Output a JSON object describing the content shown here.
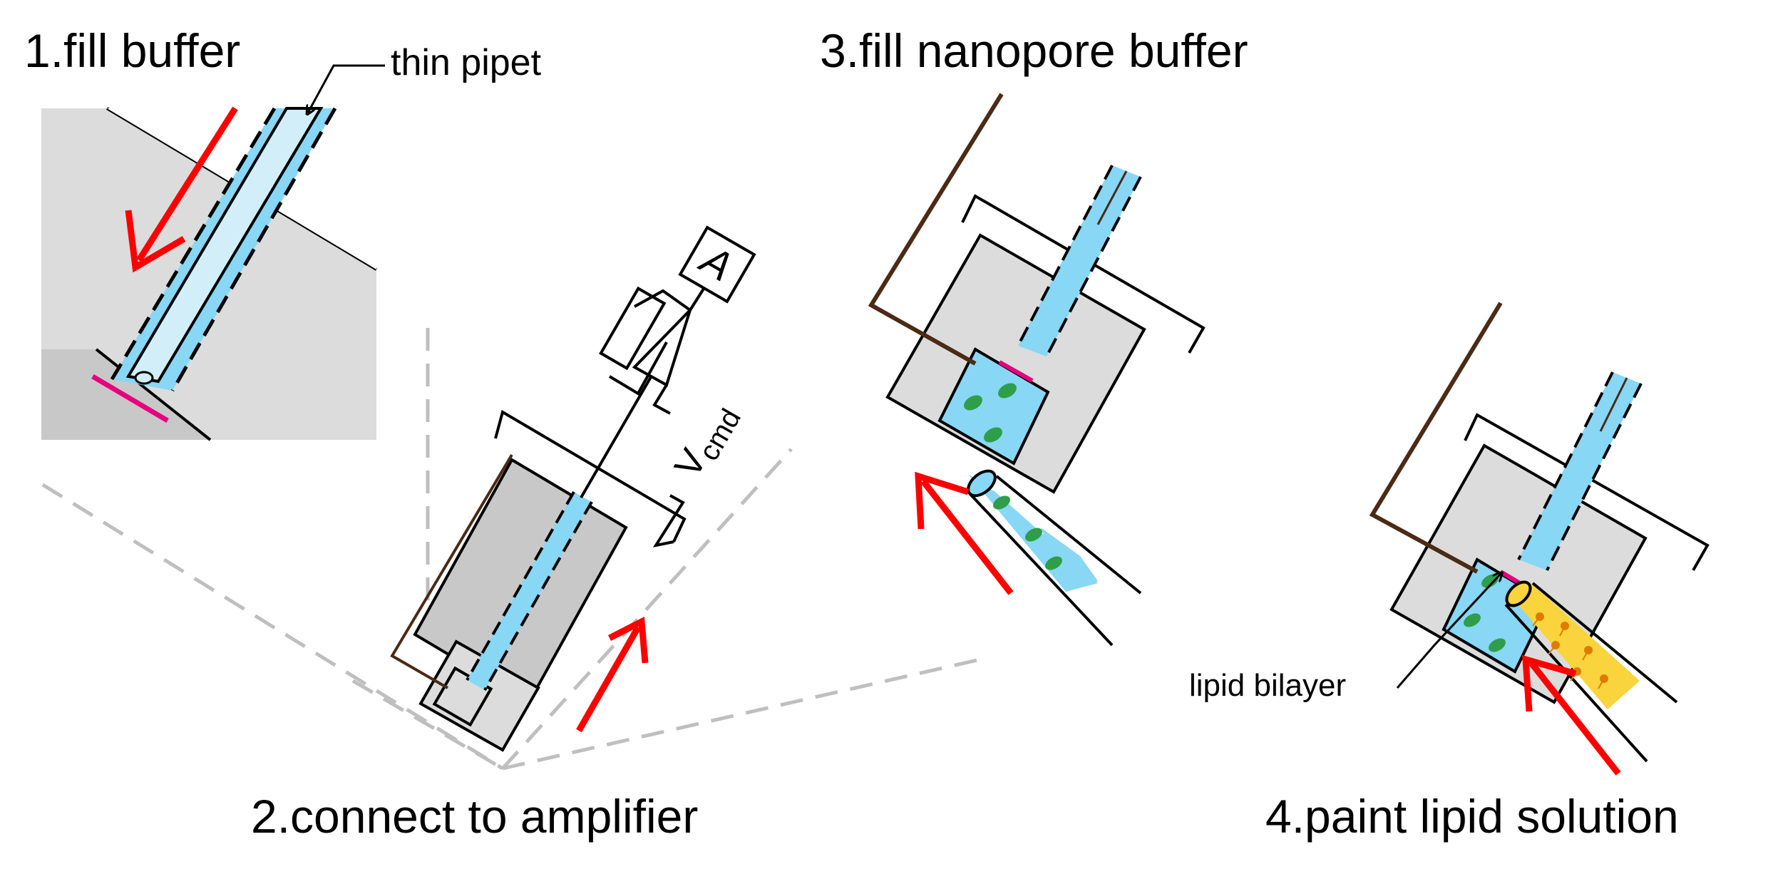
{
  "steps": {
    "step1": {
      "title": "1.fill buffer",
      "pipet_label": "thin pipet"
    },
    "step2": {
      "title": "2.connect to amplifier",
      "ammeter_label": "A",
      "voltage_label": "V",
      "voltage_subscript": "cmd"
    },
    "step3": {
      "title": "3.fill nanopore buffer"
    },
    "step4": {
      "title": "4.paint lipid solution",
      "bilayer_label": "lipid bilayer"
    }
  },
  "colors": {
    "buffer": "#87d7f5",
    "pipet_inner": "#d2eef9",
    "block": "#dcdcdc",
    "block_dark": "#c8c8c8",
    "arrow": "#ff0000",
    "membrane": "#e6007e",
    "electrode": "#4b2a16",
    "droplet": "#2e9e4a",
    "lipid_solution": "#f9d43c",
    "guide_dash": "#bfbfbf"
  }
}
